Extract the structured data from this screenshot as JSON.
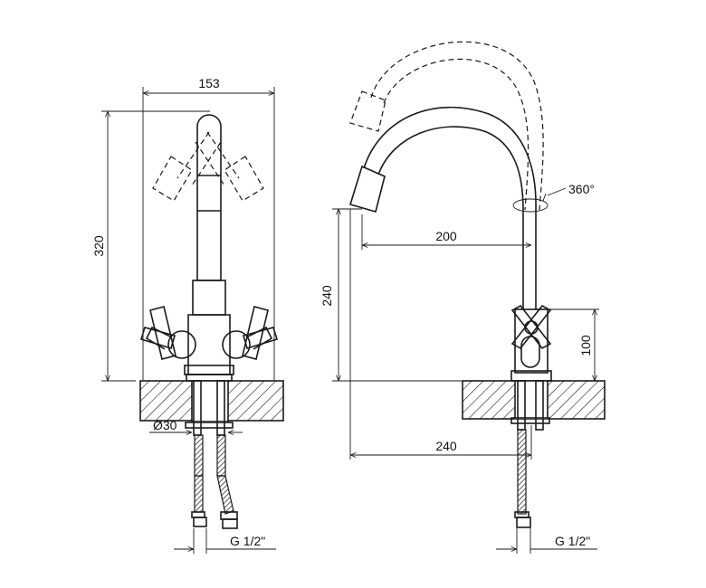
{
  "front_view": {
    "dim_width": "153",
    "dim_height": "320",
    "dim_bore": "Ø30",
    "dim_thread": "G 1/2\""
  },
  "side_view": {
    "dim_rotation": "360°",
    "dim_reach": "200",
    "dim_spout_height": "240",
    "dim_handle_height": "100",
    "dim_base_reach": "240",
    "dim_thread": "G 1/2\""
  },
  "colors": {
    "line": "#1a1a1a",
    "background": "#ffffff"
  }
}
